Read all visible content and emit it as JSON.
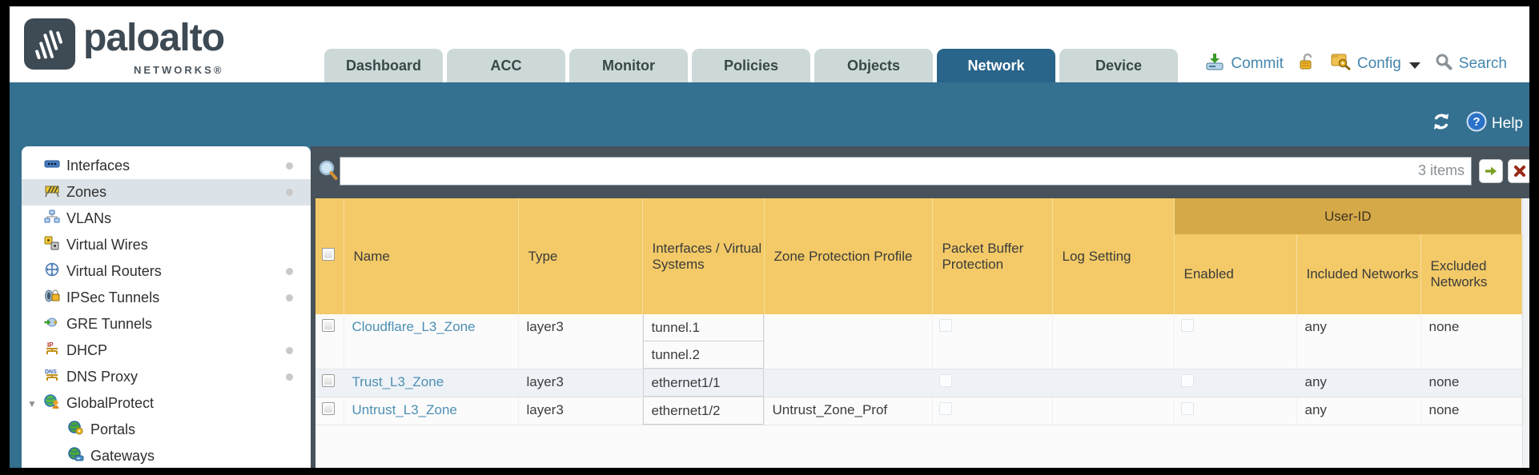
{
  "header": {
    "logo": {
      "brand": "paloalto",
      "sub": "NETWORKS®"
    },
    "tabs": [
      {
        "label": "Dashboard",
        "active": false
      },
      {
        "label": "ACC",
        "active": false
      },
      {
        "label": "Monitor",
        "active": false
      },
      {
        "label": "Policies",
        "active": false
      },
      {
        "label": "Objects",
        "active": false
      },
      {
        "label": "Network",
        "active": true
      },
      {
        "label": "Device",
        "active": false
      }
    ],
    "utilities": {
      "commit": "Commit",
      "config": "Config",
      "search": "Search"
    },
    "icons": [
      "commit-icon",
      "lock-icon",
      "config-icon",
      "caret-down-icon",
      "search-icon"
    ]
  },
  "subheader": {
    "help": "Help",
    "icons": [
      "refresh-icon",
      "help-icon"
    ]
  },
  "sidebar": {
    "items": [
      {
        "label": "Interfaces",
        "icon": "interfaces-icon",
        "dot": true,
        "selected": false
      },
      {
        "label": "Zones",
        "icon": "zones-icon",
        "dot": true,
        "selected": true
      },
      {
        "label": "VLANs",
        "icon": "vlans-icon",
        "dot": false,
        "selected": false
      },
      {
        "label": "Virtual Wires",
        "icon": "virtual-wires-icon",
        "dot": false,
        "selected": false
      },
      {
        "label": "Virtual Routers",
        "icon": "virtual-routers-icon",
        "dot": true,
        "selected": false
      },
      {
        "label": "IPSec Tunnels",
        "icon": "ipsec-tunnels-icon",
        "dot": true,
        "selected": false
      },
      {
        "label": "GRE Tunnels",
        "icon": "gre-tunnels-icon",
        "dot": false,
        "selected": false
      },
      {
        "label": "DHCP",
        "icon": "dhcp-icon",
        "dot": true,
        "selected": false
      },
      {
        "label": "DNS Proxy",
        "icon": "dns-proxy-icon",
        "dot": true,
        "selected": false
      },
      {
        "label": "GlobalProtect",
        "icon": "globalprotect-icon",
        "dot": false,
        "expanded": true,
        "selected": false
      },
      {
        "label": "Portals",
        "icon": "portals-icon",
        "dot": false,
        "child": true,
        "selected": false
      },
      {
        "label": "Gateways",
        "icon": "gateways-icon",
        "dot": false,
        "child": true,
        "selected": false
      }
    ]
  },
  "toolbar": {
    "items_count": "3 items",
    "search_value": "",
    "icons": [
      "magnifier-icon",
      "go-arrow-icon",
      "clear-icon"
    ]
  },
  "table": {
    "group_header": "User-ID",
    "columns": {
      "name": "Name",
      "type": "Type",
      "interfaces": "Interfaces / Virtual Systems",
      "zone_protection_profile": "Zone Protection Profile",
      "packet_buffer_protection": "Packet Buffer Protection",
      "log_setting": "Log Setting",
      "enabled": "Enabled",
      "included_networks": "Included Networks",
      "excluded_networks": "Excluded Networks"
    },
    "rows": [
      {
        "selected": false,
        "name": "Cloudflare_L3_Zone",
        "type": "layer3",
        "interfaces": [
          "tunnel.1",
          "tunnel.2"
        ],
        "zone_protection_profile": "",
        "packet_buffer_protection": false,
        "log_setting": "",
        "user_id_enabled": false,
        "included_networks": "any",
        "excluded_networks": "none"
      },
      {
        "selected": false,
        "name": "Trust_L3_Zone",
        "type": "layer3",
        "interfaces": [
          "ethernet1/1"
        ],
        "zone_protection_profile": "",
        "packet_buffer_protection": false,
        "log_setting": "",
        "user_id_enabled": false,
        "included_networks": "any",
        "excluded_networks": "none"
      },
      {
        "selected": false,
        "name": "Untrust_L3_Zone",
        "type": "layer3",
        "interfaces": [
          "ethernet1/2"
        ],
        "zone_protection_profile": "Untrust_Zone_Prof",
        "packet_buffer_protection": false,
        "log_setting": "",
        "user_id_enabled": false,
        "included_networks": "any",
        "excluded_networks": "none"
      }
    ]
  },
  "colors": {
    "teal_band": "#34708f",
    "header_amber": "#f3ca67",
    "group_amber": "#d6a948",
    "dark_band": "#47525a",
    "link_blue": "#4d8fb3",
    "active_tab": "#29648a",
    "inactive_tab": "#cdd9d9",
    "selected_sidebar": "#dce3e8",
    "alt_row": "#eef2f6"
  }
}
